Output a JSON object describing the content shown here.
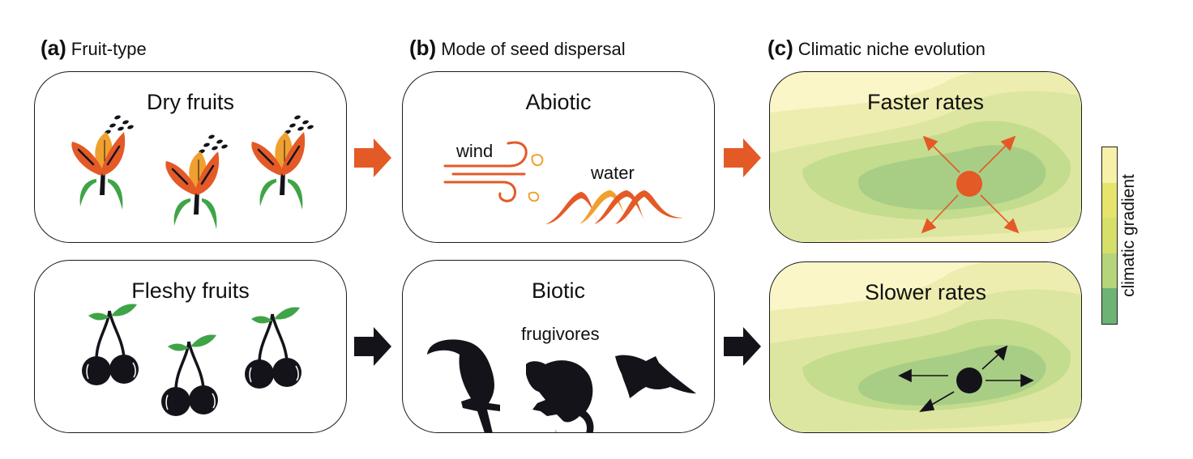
{
  "panels": {
    "a": {
      "letter": "(a)",
      "title": "Fruit-type"
    },
    "b": {
      "letter": "(b)",
      "title": "Mode of seed dispersal"
    },
    "c": {
      "letter": "(c)",
      "title": "Climatic niche evolution"
    }
  },
  "boxes": {
    "dry_fruits": {
      "title": "Dry fruits"
    },
    "fleshy_fruits": {
      "title": "Fleshy fruits"
    },
    "abiotic": {
      "title": "Abiotic",
      "wind_label": "wind",
      "water_label": "water"
    },
    "biotic": {
      "title": "Biotic",
      "frugivores_label": "frugivores"
    },
    "faster": {
      "title": "Faster rates"
    },
    "slower": {
      "title": "Slower rates"
    }
  },
  "colorbar": {
    "label": "climatic gradient",
    "colors": [
      "#f7f0a8",
      "#e6e46a",
      "#d6df6a",
      "#b4d57a",
      "#6cb374"
    ]
  },
  "colors": {
    "orange": "#e35a27",
    "light_orange": "#f0a030",
    "green_leaf": "#3fa447",
    "black": "#15131a",
    "contour": [
      "#faf6c8",
      "#eeedb0",
      "#dde6a0",
      "#c4dc8e",
      "#a8ce85",
      "#97c57f"
    ]
  }
}
